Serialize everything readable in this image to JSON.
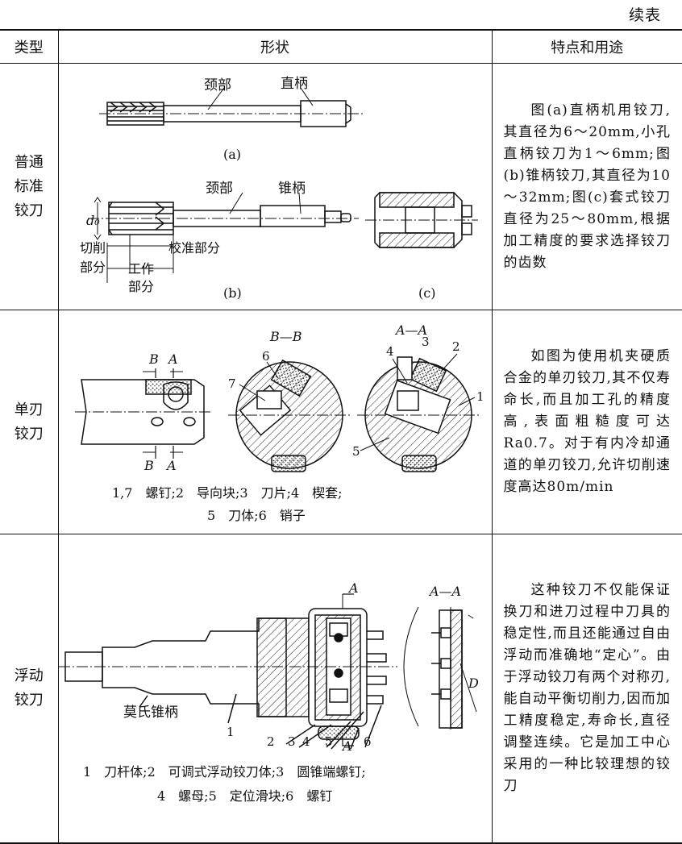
{
  "continued": "续表",
  "headers": {
    "type": "类型",
    "shape": "形状",
    "features": "特点和用途"
  },
  "rows": [
    {
      "type_lines": [
        "普通",
        "标准",
        "铰刀"
      ],
      "labels": {
        "neck_a": "颈部",
        "shank_a": "直柄",
        "cap_a": "(a)",
        "neck_b": "颈部",
        "shank_b": "锥柄",
        "d0": "d₀",
        "cut1": "切削",
        "cut2": "部分",
        "calib": "校准部分",
        "work1": "工作",
        "work2": "部分",
        "cap_b": "(b)",
        "cap_c": "(c)"
      },
      "description": "图(a)直柄机用铰刀,其直径为6～20mm,小孔直柄铰刀为1～6mm;图(b)锥柄铰刀,其直径为10～32mm;图(c)套式铰刀直径为25～80mm,根据加工精度的要求选择铰刀的齿数"
    },
    {
      "type_lines": [
        "单刃",
        "铰刀"
      ],
      "labels": {
        "B_top": "B",
        "A_top": "A",
        "B_bot": "B",
        "A_bot": "A",
        "sec_bb": "B—B",
        "sec_aa": "A—A",
        "n1": "1",
        "n2": "2",
        "n3": "3",
        "n4": "4",
        "n5": "5",
        "n6": "6",
        "n7": "7",
        "legend1": "1,7　螺钉;2　导向块;3　刀片;4　楔套;",
        "legend2": "5　刀体;6　销子"
      },
      "description": "如图为使用机夹硬质合金的单刃铰刀,其不仅寿命长,而且加工孔的精度高,表面粗糙度可达Ra0.7。对于有内冷却通道的单刃铰刀,允许切削速度高达80m/min"
    },
    {
      "type_lines": [
        "浮动",
        "铰刀"
      ],
      "labels": {
        "A_top": "A",
        "A_bot": "A",
        "sec_aa": "A—A",
        "D": "D",
        "morse": "莫氏锥柄",
        "n1": "1",
        "n2": "2",
        "n3": "3",
        "n4": "4",
        "n5": "5",
        "n6": "6",
        "legend1": "1　刀杆体;2　可调式浮动铰刀体;3　圆锥端螺钉;",
        "legend2": "4　螺母;5　定位滑块;6　螺钉"
      },
      "description": "这种铰刀不仅能保证换刀和进刀过程中刀具的稳定性,而且还能通过自由浮动而准确地“定心”。由于浮动铰刀有两个对称刃,能自动平衡切削力,因而加工精度稳定,寿命长,直径调整连续。它是加工中心采用的一种比较理想的铰刀"
    }
  ]
}
